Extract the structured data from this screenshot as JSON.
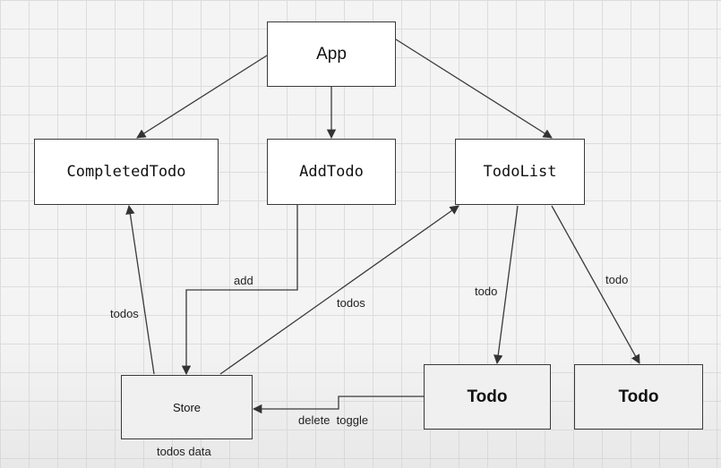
{
  "nodes": {
    "app": "App",
    "completed_todo": "CompletedTodo",
    "add_todo": "AddTodo",
    "todo_list": "TodoList",
    "store": "Store",
    "todo_1": "Todo",
    "todo_2": "Todo"
  },
  "edge_labels": {
    "add": "add",
    "todos_to_completed": "todos",
    "todos_to_list": "todos",
    "todo_left": "todo",
    "todo_right": "todo",
    "delete_toggle": "delete  toggle",
    "todos_data": "todos data"
  }
}
